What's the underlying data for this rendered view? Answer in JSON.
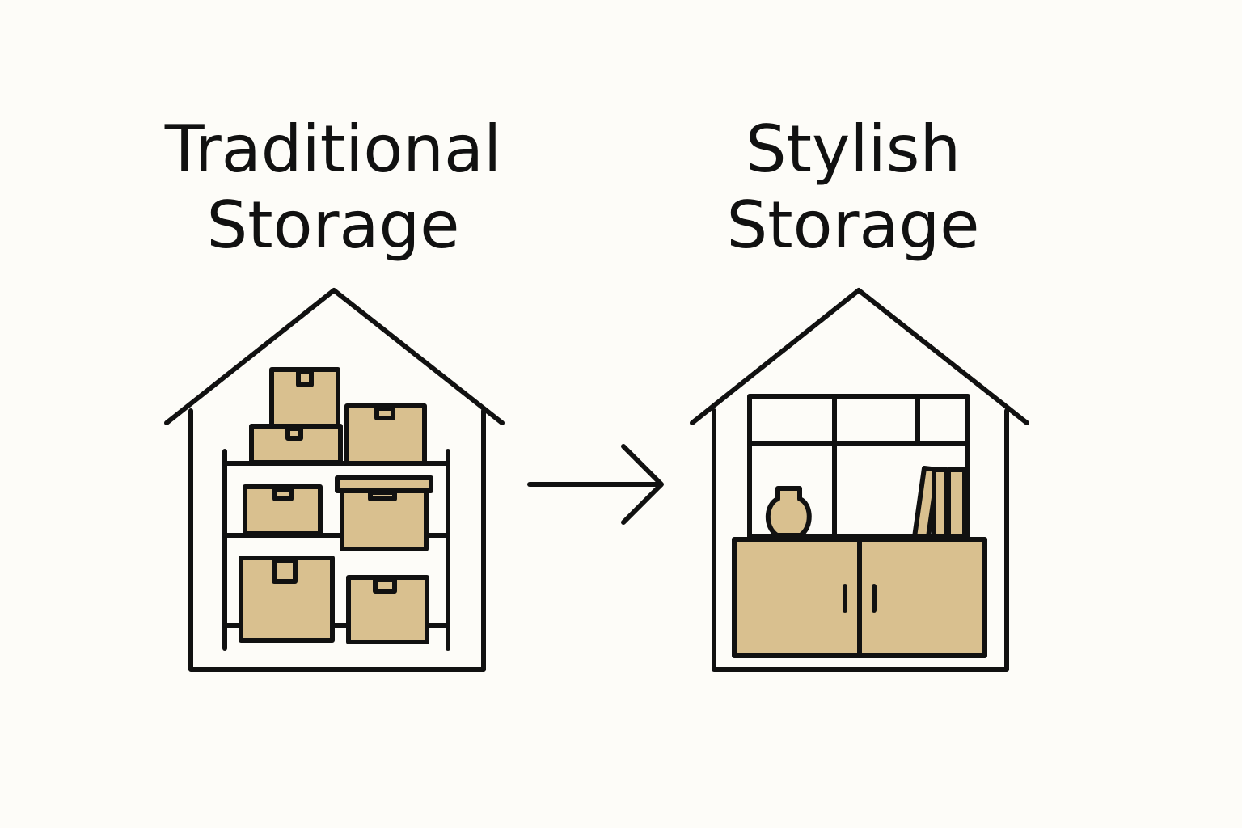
{
  "colors": {
    "background": "#fdfcf8",
    "stroke": "#111111",
    "box_fill": "#d9c08f"
  },
  "left_panel": {
    "title_line1": "Traditional",
    "title_line2": "Storage",
    "icon": "house-with-stacked-boxes-on-shelving"
  },
  "arrow": {
    "icon": "right-arrow-icon"
  },
  "right_panel": {
    "title_line1": "Stylish",
    "title_line2": "Storage",
    "icon": "house-with-shelving-cabinet-vase-and-books"
  }
}
